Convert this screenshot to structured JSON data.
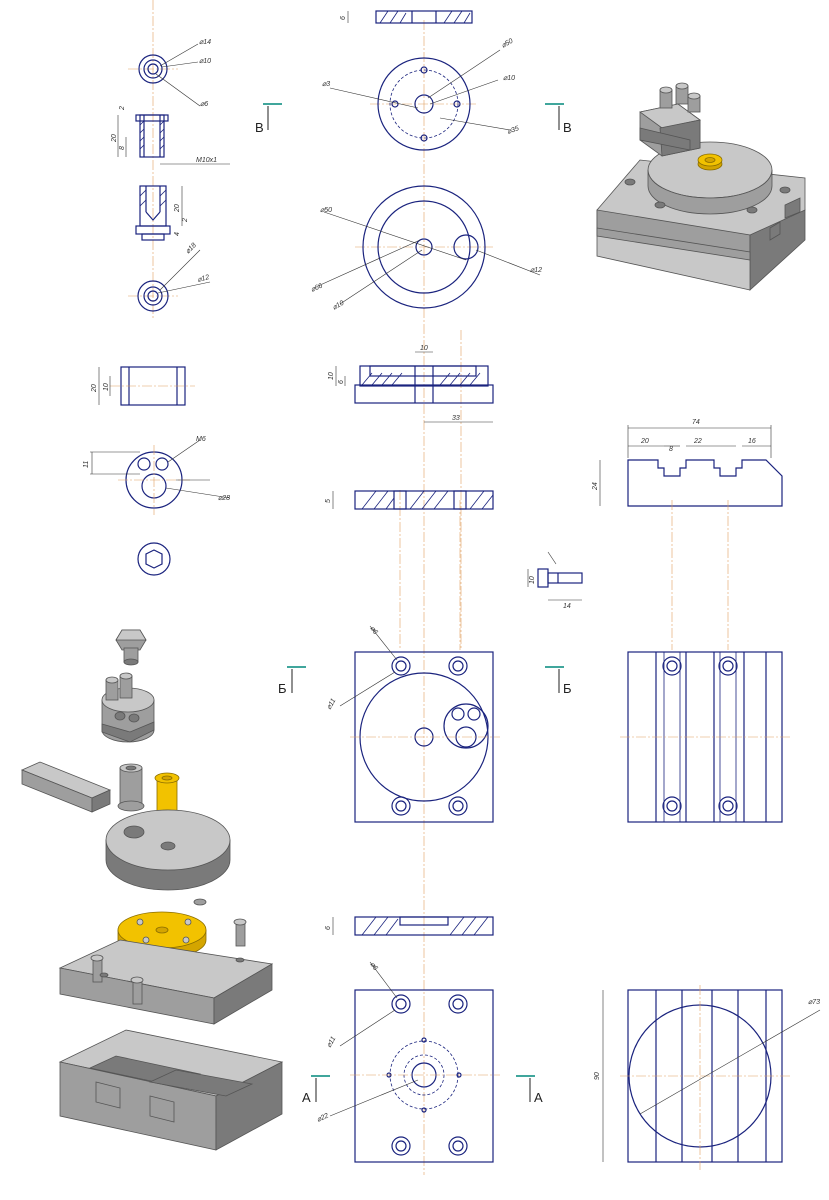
{
  "sections": {
    "v_left": "В",
    "v_right": "В",
    "b_left": "Б",
    "b_right": "Б",
    "a_left": "А",
    "a_right": "А"
  },
  "dims": {
    "d14": "⌀14",
    "d10_a": "⌀10",
    "d6_a": "⌀6",
    "h2_a": "2",
    "h20_a": "20",
    "h8": "8",
    "m10": "M10x1",
    "h20_b": "20",
    "h2_b": "2",
    "h4": "4",
    "d18": "⌀18",
    "d12_a": "⌀12",
    "h6_top": "6",
    "d50_a": "⌀50",
    "d3": "⌀3",
    "d10_b": "⌀10",
    "d35": "⌀35",
    "d50_b": "⌀50",
    "d66": "⌀66",
    "d10_c": "⌀10",
    "d12_b": "⌀12",
    "w10": "10",
    "h10": "10",
    "h6_b": "6",
    "w33": "33",
    "h20_c": "20",
    "h10_c": "10",
    "m6": "M6",
    "h11": "11",
    "d28": "⌀28",
    "h5": "5",
    "w74": "74",
    "w20": "20",
    "w8": "8",
    "w22": "22",
    "w16": "16",
    "h24": "24",
    "h10_s": "10",
    "w14": "14",
    "d6_b": "⌀6",
    "d11_a": "⌀11",
    "h6_c": "6",
    "d6_c": "⌀6",
    "d11_b": "⌀11",
    "d22": "⌀22",
    "h90": "90",
    "d73": "⌀73"
  }
}
